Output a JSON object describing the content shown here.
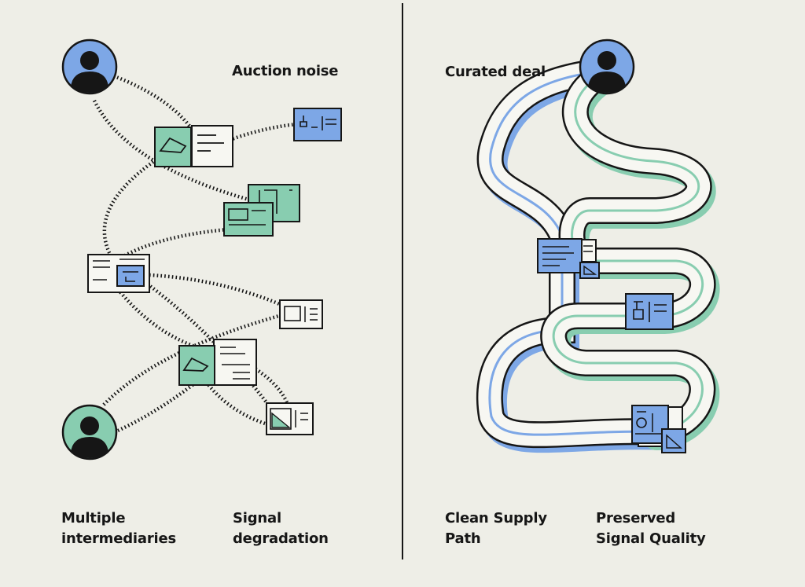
{
  "left_panel": {
    "heading": "Auction noise",
    "caption_left": [
      "Multiple",
      "intermediaries"
    ],
    "caption_right": [
      "Signal",
      "degradation"
    ]
  },
  "right_panel": {
    "heading": "Curated deal",
    "caption_left": [
      "Clean Supply",
      "Path"
    ],
    "caption_right": [
      "Preserved",
      "Signal Quality"
    ]
  },
  "colors": {
    "background": "#EEEEE7",
    "ink": "#161616",
    "blue": "#7DA7E6",
    "green": "#88CDB0",
    "paper": "#F7F7F2"
  },
  "icons": [
    "user-avatar-icon",
    "ad-card-icon",
    "image-placeholder-icon",
    "text-lines-icon"
  ]
}
